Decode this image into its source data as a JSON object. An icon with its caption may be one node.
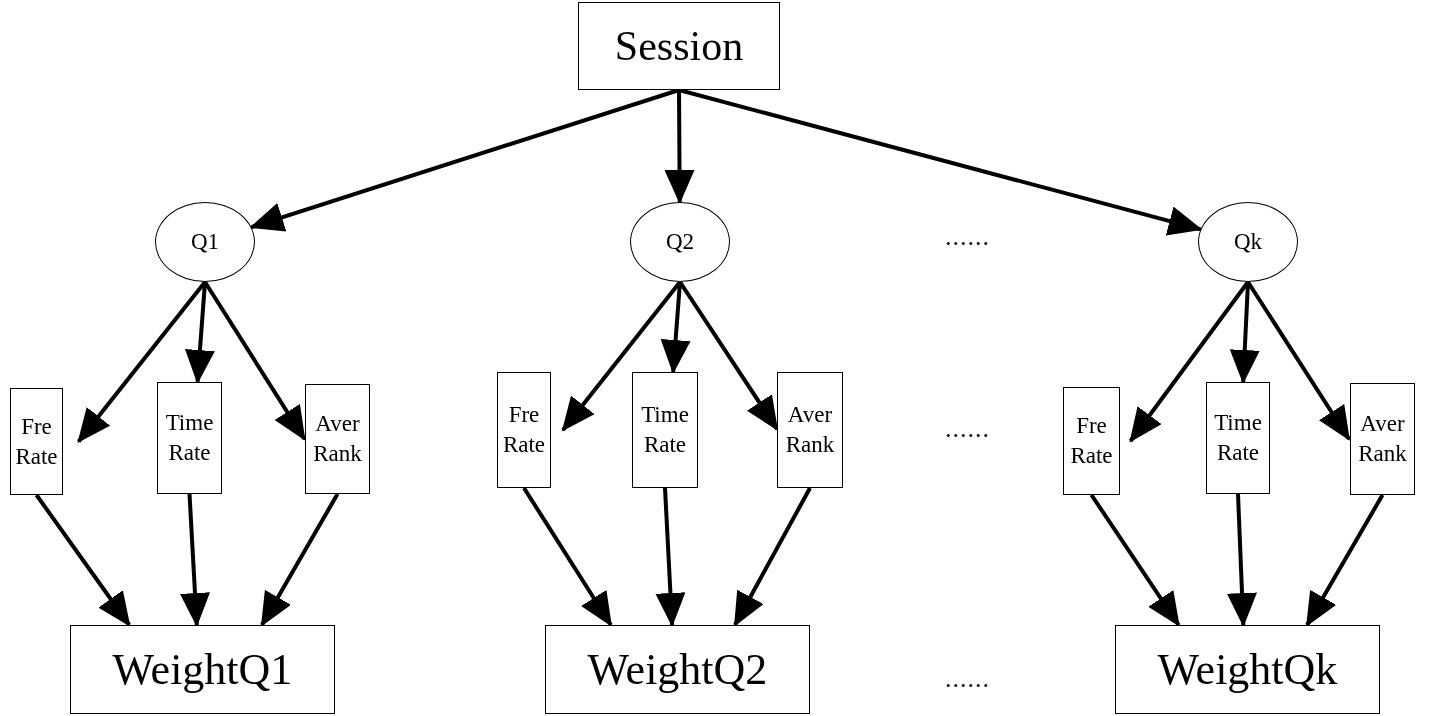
{
  "diagram": {
    "nodes": [
      {
        "text": [
          "Session"
        ]
      },
      {
        "text": [
          "Q1"
        ]
      },
      {
        "text": [
          "Q2"
        ]
      },
      {
        "text": [
          "Qk"
        ]
      },
      {
        "text": [
          "Fre Rate"
        ]
      },
      {
        "text": [
          "Time Rate"
        ]
      },
      {
        "text": [
          "Aver Rank"
        ]
      },
      {
        "text": [
          "Fre Rate"
        ]
      },
      {
        "text": [
          "Time Rate"
        ]
      },
      {
        "text": [
          "Aver Rank"
        ]
      },
      {
        "text": [
          "Fre Rate"
        ]
      },
      {
        "text": [
          "Time Rate"
        ]
      },
      {
        "text": [
          "Aver Rank"
        ]
      },
      {
        "text": [
          "WeightQ1"
        ]
      },
      {
        "text": [
          "WeightQ2"
        ]
      },
      {
        "text": [
          "WeightQk"
        ]
      }
    ],
    "edges": [
      {
        "from": 0,
        "to": 1,
        "arrow": "to"
      },
      {
        "from": 0,
        "to": 2,
        "arrow": "to"
      },
      {
        "from": 0,
        "to": 3,
        "arrow": "to"
      },
      {
        "from": 1,
        "to": 4,
        "arrow": "to"
      },
      {
        "from": 1,
        "to": 5,
        "arrow": "to"
      },
      {
        "from": 1,
        "to": 6,
        "arrow": "to"
      },
      {
        "from": 2,
        "to": 7,
        "arrow": "to"
      },
      {
        "from": 2,
        "to": 8,
        "arrow": "to"
      },
      {
        "from": 2,
        "to": 9,
        "arrow": "to"
      },
      {
        "from": 3,
        "to": 10,
        "arrow": "to"
      },
      {
        "from": 3,
        "to": 11,
        "arrow": "to"
      },
      {
        "from": 3,
        "to": 12,
        "arrow": "to"
      },
      {
        "from": 4,
        "to": 13,
        "arrow": "to"
      },
      {
        "from": 5,
        "to": 13,
        "arrow": "to"
      },
      {
        "from": 6,
        "to": 13,
        "arrow": "to"
      },
      {
        "from": 7,
        "to": 14,
        "arrow": "to"
      },
      {
        "from": 8,
        "to": 14,
        "arrow": "to"
      },
      {
        "from": 9,
        "to": 14,
        "arrow": "to"
      },
      {
        "from": 10,
        "to": 15,
        "arrow": "to"
      },
      {
        "from": 11,
        "to": 15,
        "arrow": "to"
      },
      {
        "from": 12,
        "to": 15,
        "arrow": "to"
      }
    ],
    "labels": [
      "......",
      "......",
      "......"
    ]
  }
}
